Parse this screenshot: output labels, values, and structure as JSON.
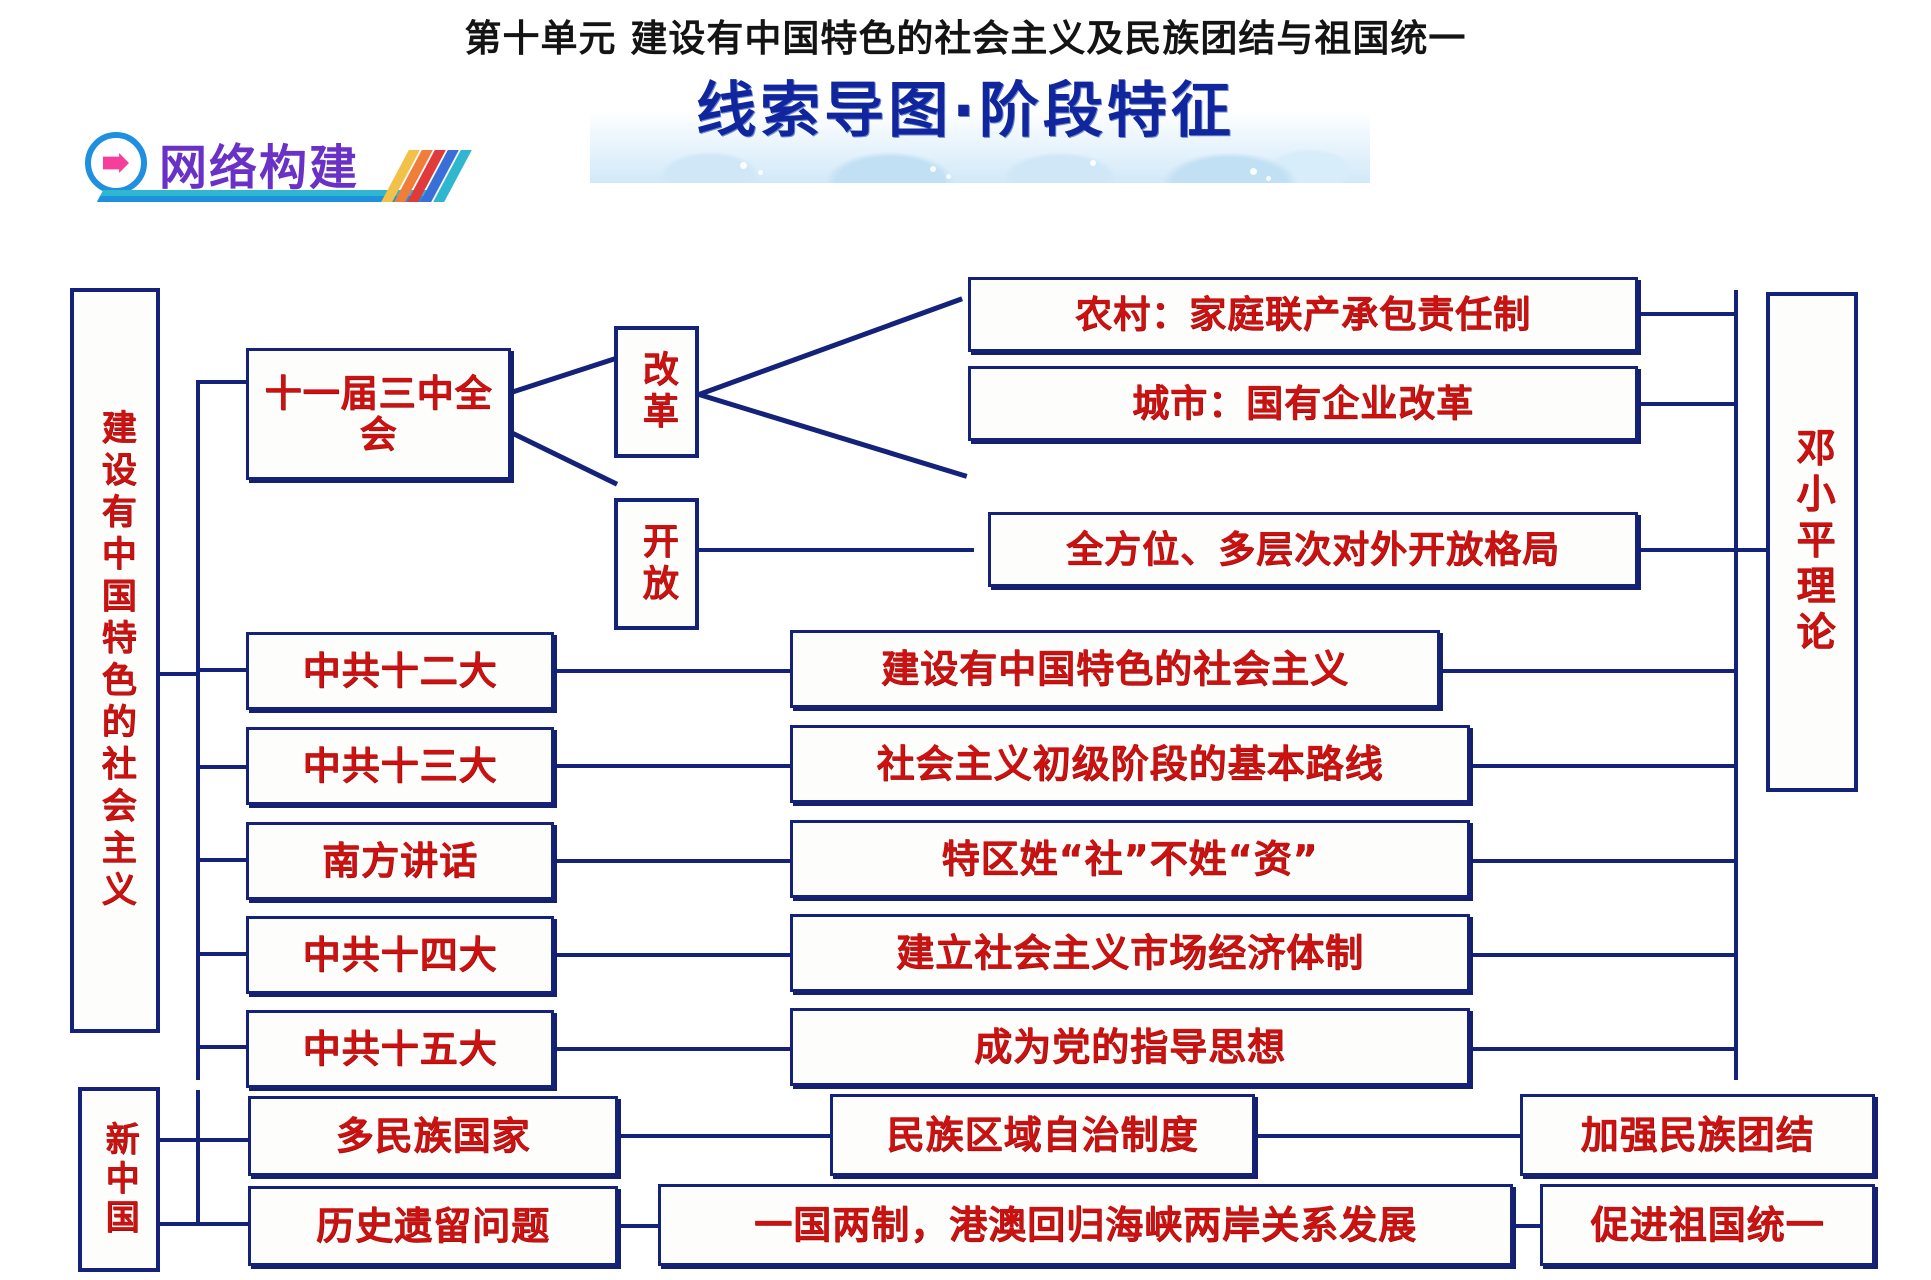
{
  "header": {
    "unit_title": "第十单元 建设有中国特色的社会主义及民族团结与祖国统一",
    "main_title": "线索导图·阶段特征",
    "section_badge": "网络构建",
    "badge_icon": "circle-arrow-icon"
  },
  "diagram": {
    "root": "建设有中国特色的社会主义",
    "root2": "新中国",
    "far_right": "邓小平理论",
    "nodes": {
      "n1": "十一届三中全会",
      "reform": "改革",
      "open": "开放",
      "rural": "农村：家庭联产承包责任制",
      "city": "城市：国有企业改革",
      "openpattern": "全方位、多层次对外开放格局",
      "cpc12": "中共十二大",
      "cpc12r": "建设有中国特色的社会主义",
      "cpc13": "中共十三大",
      "cpc13r": "社会主义初级阶段的基本路线",
      "southtalk": "南方讲话",
      "southtalkr": "特区姓“社”不姓“资”",
      "cpc14": "中共十四大",
      "cpc14r": "建立社会主义市场经济体制",
      "cpc15": "中共十五大",
      "cpc15r": "成为党的指导思想",
      "multination": "多民族国家",
      "autonomy": "民族区域自治制度",
      "unity": "加强民族团结",
      "legacy": "历史遗留问题",
      "onecountry": "一国两制，港澳回归海峡两岸关系发展",
      "reunify": "促进祖国统一"
    }
  },
  "colors": {
    "box_border": "#14227a",
    "box_text": "#cc1111",
    "title_blue": "#11269c",
    "badge_purple": "#6a31c6",
    "badge_ring": "#1f8fe0",
    "badge_arrow": "#f53f9a"
  }
}
